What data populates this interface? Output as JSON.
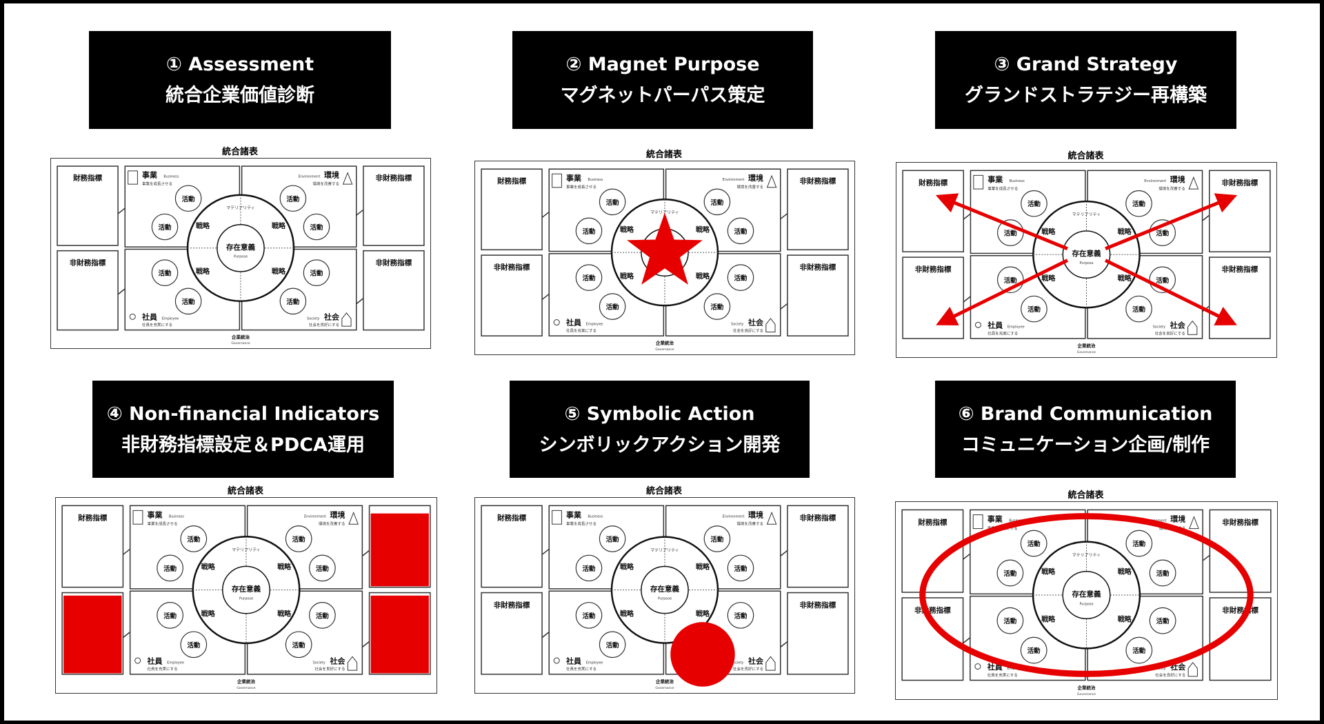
{
  "steps": [
    {
      "title_en": "① Assessment",
      "title_jp": "統合企業価値診断",
      "sheet_title": "統合諸表",
      "overlay": "none"
    },
    {
      "title_en": "② Magnet Purpose",
      "title_jp": "マグネットパーパス策定",
      "sheet_title": "統合諸表",
      "overlay": "star"
    },
    {
      "title_en": "③ Grand Strategy",
      "title_jp": "グランドストラテジー再構築",
      "sheet_title": "統合諸表",
      "overlay": "arrows"
    },
    {
      "title_en": "④ Non-financial Indicators",
      "title_jp": "非財務指標設定＆PDCA運用",
      "sheet_title": "統合諸表",
      "overlay": "boxes"
    },
    {
      "title_en": "⑤ Symbolic Action",
      "title_jp": "シンボリックアクション開発",
      "sheet_title": "統合諸表",
      "overlay": "dot"
    },
    {
      "title_en": "⑥ Brand Communication",
      "title_jp": "コミュニケーション企画/制作",
      "sheet_title": "統合諸表",
      "overlay": "ellipse"
    }
  ],
  "sheet": {
    "fin_indicator": "財務指標",
    "nonfin_indicator": "非財務指標",
    "business": "事業",
    "business_en": "Business",
    "business_sub": "事業を成長させる",
    "environment": "環境",
    "environment_en": "Environment",
    "environment_sub": "環境を改善する",
    "employee": "社員",
    "employee_en": "Employee",
    "employee_sub": "社員を充実にする",
    "society": "社会",
    "society_en": "Society",
    "society_sub": "社会を良好にする",
    "activity": "活動",
    "strategy": "戦略",
    "materiality": "マテリアリティ",
    "purpose": "存在意義",
    "purpose_en": "Purpose",
    "governance": "企業統治",
    "governance_en": "Governance"
  },
  "colors": {
    "accent": "#e60000",
    "title_bg": "#000000",
    "title_fg": "#ffffff",
    "line": "#333333"
  }
}
